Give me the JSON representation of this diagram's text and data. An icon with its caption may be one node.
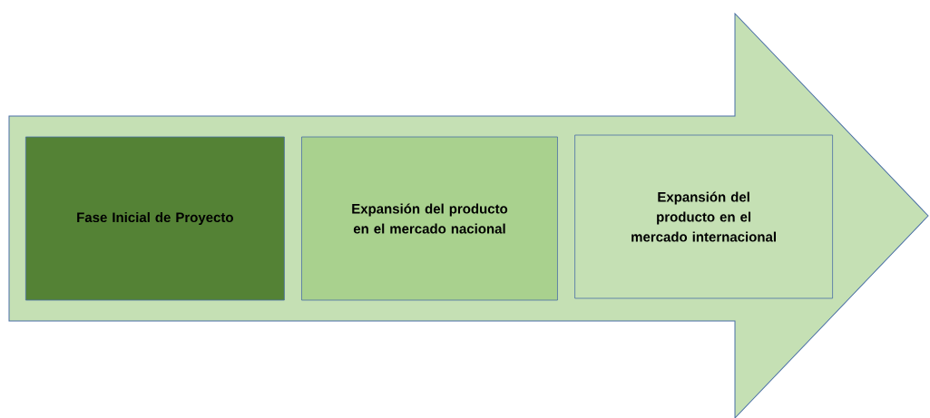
{
  "diagram": {
    "nodes": [
      {
        "text": [],
        "shape": "arrow"
      },
      {
        "text": [
          "Fase Inicial de Proyecto"
        ],
        "in": 0
      },
      {
        "text": [
          "Expansión del producto en el mercado nacional"
        ],
        "in": 0
      },
      {
        "text": [
          "Expansión del producto en el mercado internacional"
        ],
        "in": 0
      }
    ]
  }
}
